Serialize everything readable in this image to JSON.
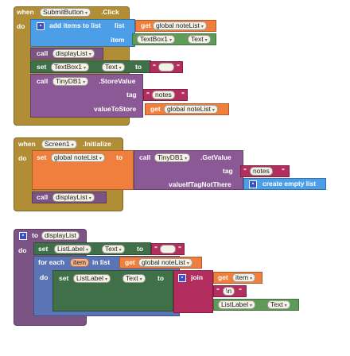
{
  "b1": {
    "when": "when",
    "component": "SubmitButton",
    "event": ".Click",
    "do": "do",
    "add_items": "add items to list",
    "list_kw": "list",
    "get_kw": "get",
    "global_var": "global noteList",
    "item_kw": "item",
    "textbox": "TextBox1",
    "text_prop": "Text",
    "call_kw": "call",
    "proc_name": "displayList",
    "set_kw": "set",
    "to_kw": "to",
    "tinydb": "TinyDB1",
    "store_method": ".StoreValue",
    "tag_kw": "tag",
    "tag_value": "notes",
    "value_kw": "valueToStore"
  },
  "b2": {
    "when": "when",
    "component": "Screen1",
    "event": ".Initialize",
    "do": "do",
    "set_kw": "set",
    "global_var": "global noteList",
    "to_kw": "to",
    "call_kw": "call",
    "tinydb": "TinyDB1",
    "get_method": ".GetValue",
    "tag_kw": "tag",
    "tag_value": "notes",
    "notthere_kw": "valueIfTagNotThere",
    "empty_list": "create empty list",
    "proc_name": "displayList"
  },
  "b3": {
    "to_kw": "to",
    "proc_name": "displayList",
    "do": "do",
    "set_kw": "set",
    "listlabel": "ListLabel",
    "text_prop": "Text",
    "foreach_kw": "for each",
    "item_var": "item",
    "inlist_kw": "in list",
    "get_kw": "get",
    "global_var": "global noteList",
    "join_kw": "join",
    "newline": "\\n"
  },
  "colors": {
    "event": "#b18e35",
    "procedure": "#7c5385",
    "setter": "#3f7047",
    "getter": "#f07e3c",
    "text": "#b32d5e",
    "list": "#4c9ee6",
    "tinydb": "#8b5a96"
  }
}
